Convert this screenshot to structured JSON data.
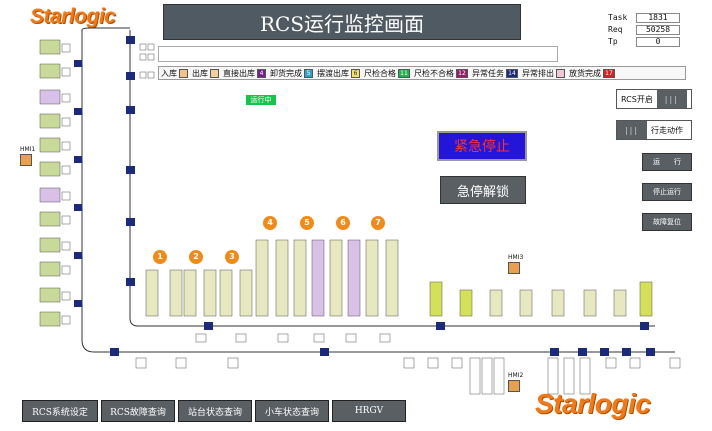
{
  "header": {
    "logo": "Starlogic",
    "title": "RCS运行监控画面"
  },
  "counters": [
    {
      "label": "Task",
      "value": "1831"
    },
    {
      "label": "Req",
      "value": "50258"
    },
    {
      "label": "Tp",
      "value": "0"
    }
  ],
  "legend": [
    {
      "label": "入库",
      "color": "#f5c28a",
      "num": ""
    },
    {
      "label": "出库",
      "color": "#f2cf9c",
      "num": ""
    },
    {
      "label": "直接出库",
      "color": "#7a1f8a",
      "num": "4"
    },
    {
      "label": "卸货完成",
      "color": "#2aa4c8",
      "num": "5"
    },
    {
      "label": "摆渡出库",
      "color": "#f2e26a",
      "num": "6"
    },
    {
      "label": "尺检合格",
      "color": "#1bb34a",
      "num": "11"
    },
    {
      "label": "尺检不合格",
      "color": "#9a1b6a",
      "num": "12"
    },
    {
      "label": "异常任务",
      "color": "#1c2a7a",
      "num": "14"
    },
    {
      "label": "异常排出",
      "color": "#f2c8d8",
      "num": ""
    },
    {
      "label": "放货完成",
      "color": "#d82020",
      "num": "17"
    }
  ],
  "status": {
    "running": "运行中"
  },
  "controls": {
    "estop": "紧急停止",
    "unlock": "急停解锁",
    "rcs_toggle": "RCS开启",
    "walk_toggle": "行走动作",
    "knob": "|||",
    "run": "运　　行",
    "stop_run": "停止运行",
    "fault_reset": "故障复位"
  },
  "hmi": {
    "left": "HMI1",
    "mid": "HMI3",
    "bottom": "HMI2"
  },
  "stations": [
    {
      "num": "1"
    },
    {
      "num": "2"
    },
    {
      "num": "3"
    },
    {
      "num": "4"
    },
    {
      "num": "5"
    },
    {
      "num": "6"
    },
    {
      "num": "7"
    }
  ],
  "bottom_nav": [
    {
      "label": "RCS系统设定"
    },
    {
      "label": "RCS故障查询"
    },
    {
      "label": "站台状态查询"
    },
    {
      "label": "小车状态查询"
    },
    {
      "label": "HRGV"
    }
  ],
  "footer_logo": "Starlogic"
}
